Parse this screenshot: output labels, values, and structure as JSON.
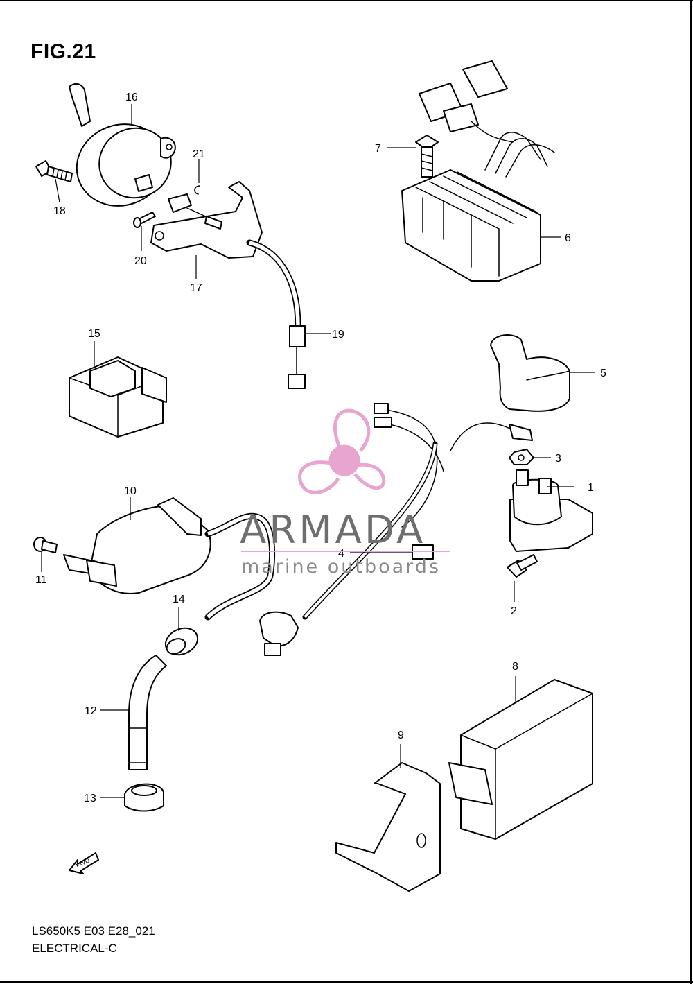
{
  "figure": {
    "title": "FIG.21",
    "code": "LS650K5 E03 E28_021",
    "section": "ELECTRICAL-C"
  },
  "callouts": [
    {
      "id": "1",
      "label": "1"
    },
    {
      "id": "2",
      "label": "2"
    },
    {
      "id": "3",
      "label": "3"
    },
    {
      "id": "4",
      "label": "4"
    },
    {
      "id": "5",
      "label": "5"
    },
    {
      "id": "6",
      "label": "6"
    },
    {
      "id": "7",
      "label": "7"
    },
    {
      "id": "8",
      "label": "8"
    },
    {
      "id": "9",
      "label": "9"
    },
    {
      "id": "10",
      "label": "10"
    },
    {
      "id": "11",
      "label": "11"
    },
    {
      "id": "12",
      "label": "12"
    },
    {
      "id": "13",
      "label": "13"
    },
    {
      "id": "14",
      "label": "14"
    },
    {
      "id": "15",
      "label": "15"
    },
    {
      "id": "16",
      "label": "16"
    },
    {
      "id": "17",
      "label": "17"
    },
    {
      "id": "18",
      "label": "18"
    },
    {
      "id": "19",
      "label": "19"
    },
    {
      "id": "20",
      "label": "20"
    },
    {
      "id": "21",
      "label": "21"
    }
  ],
  "watermark": {
    "brand": "ARMADA",
    "tagline": "marine outboards",
    "logo_icon": "propeller-logo-icon",
    "colors": {
      "logo": "#e8a5cf",
      "text": "#6e6e6e"
    }
  },
  "direction_marker": {
    "label": "FWD",
    "icon": "forward-arrow-icon"
  }
}
